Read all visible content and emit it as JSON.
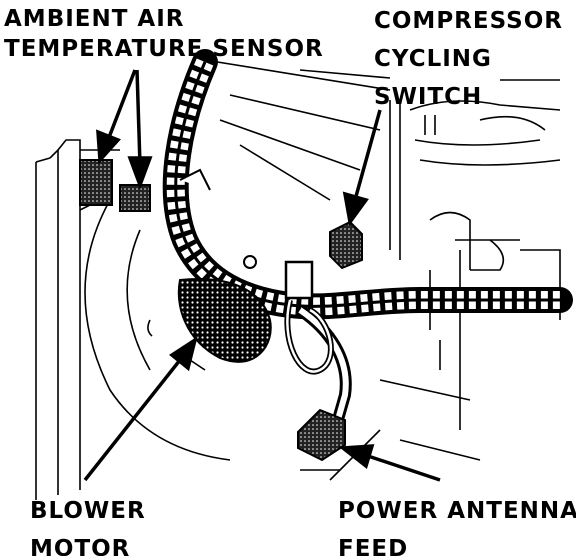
{
  "labels": {
    "ambient_sensor": [
      "AMBIENT AIR",
      "TEMPERATURE SENSOR"
    ],
    "compressor_switch": [
      "COMPRESSOR",
      "CYCLING",
      "SWITCH"
    ],
    "blower_motor": [
      "BLOWER",
      "MOTOR"
    ],
    "power_antenna": [
      "POWER ANTENNA",
      "FEED"
    ]
  },
  "colors": {
    "ink": "#000000",
    "paper": "#ffffff"
  }
}
